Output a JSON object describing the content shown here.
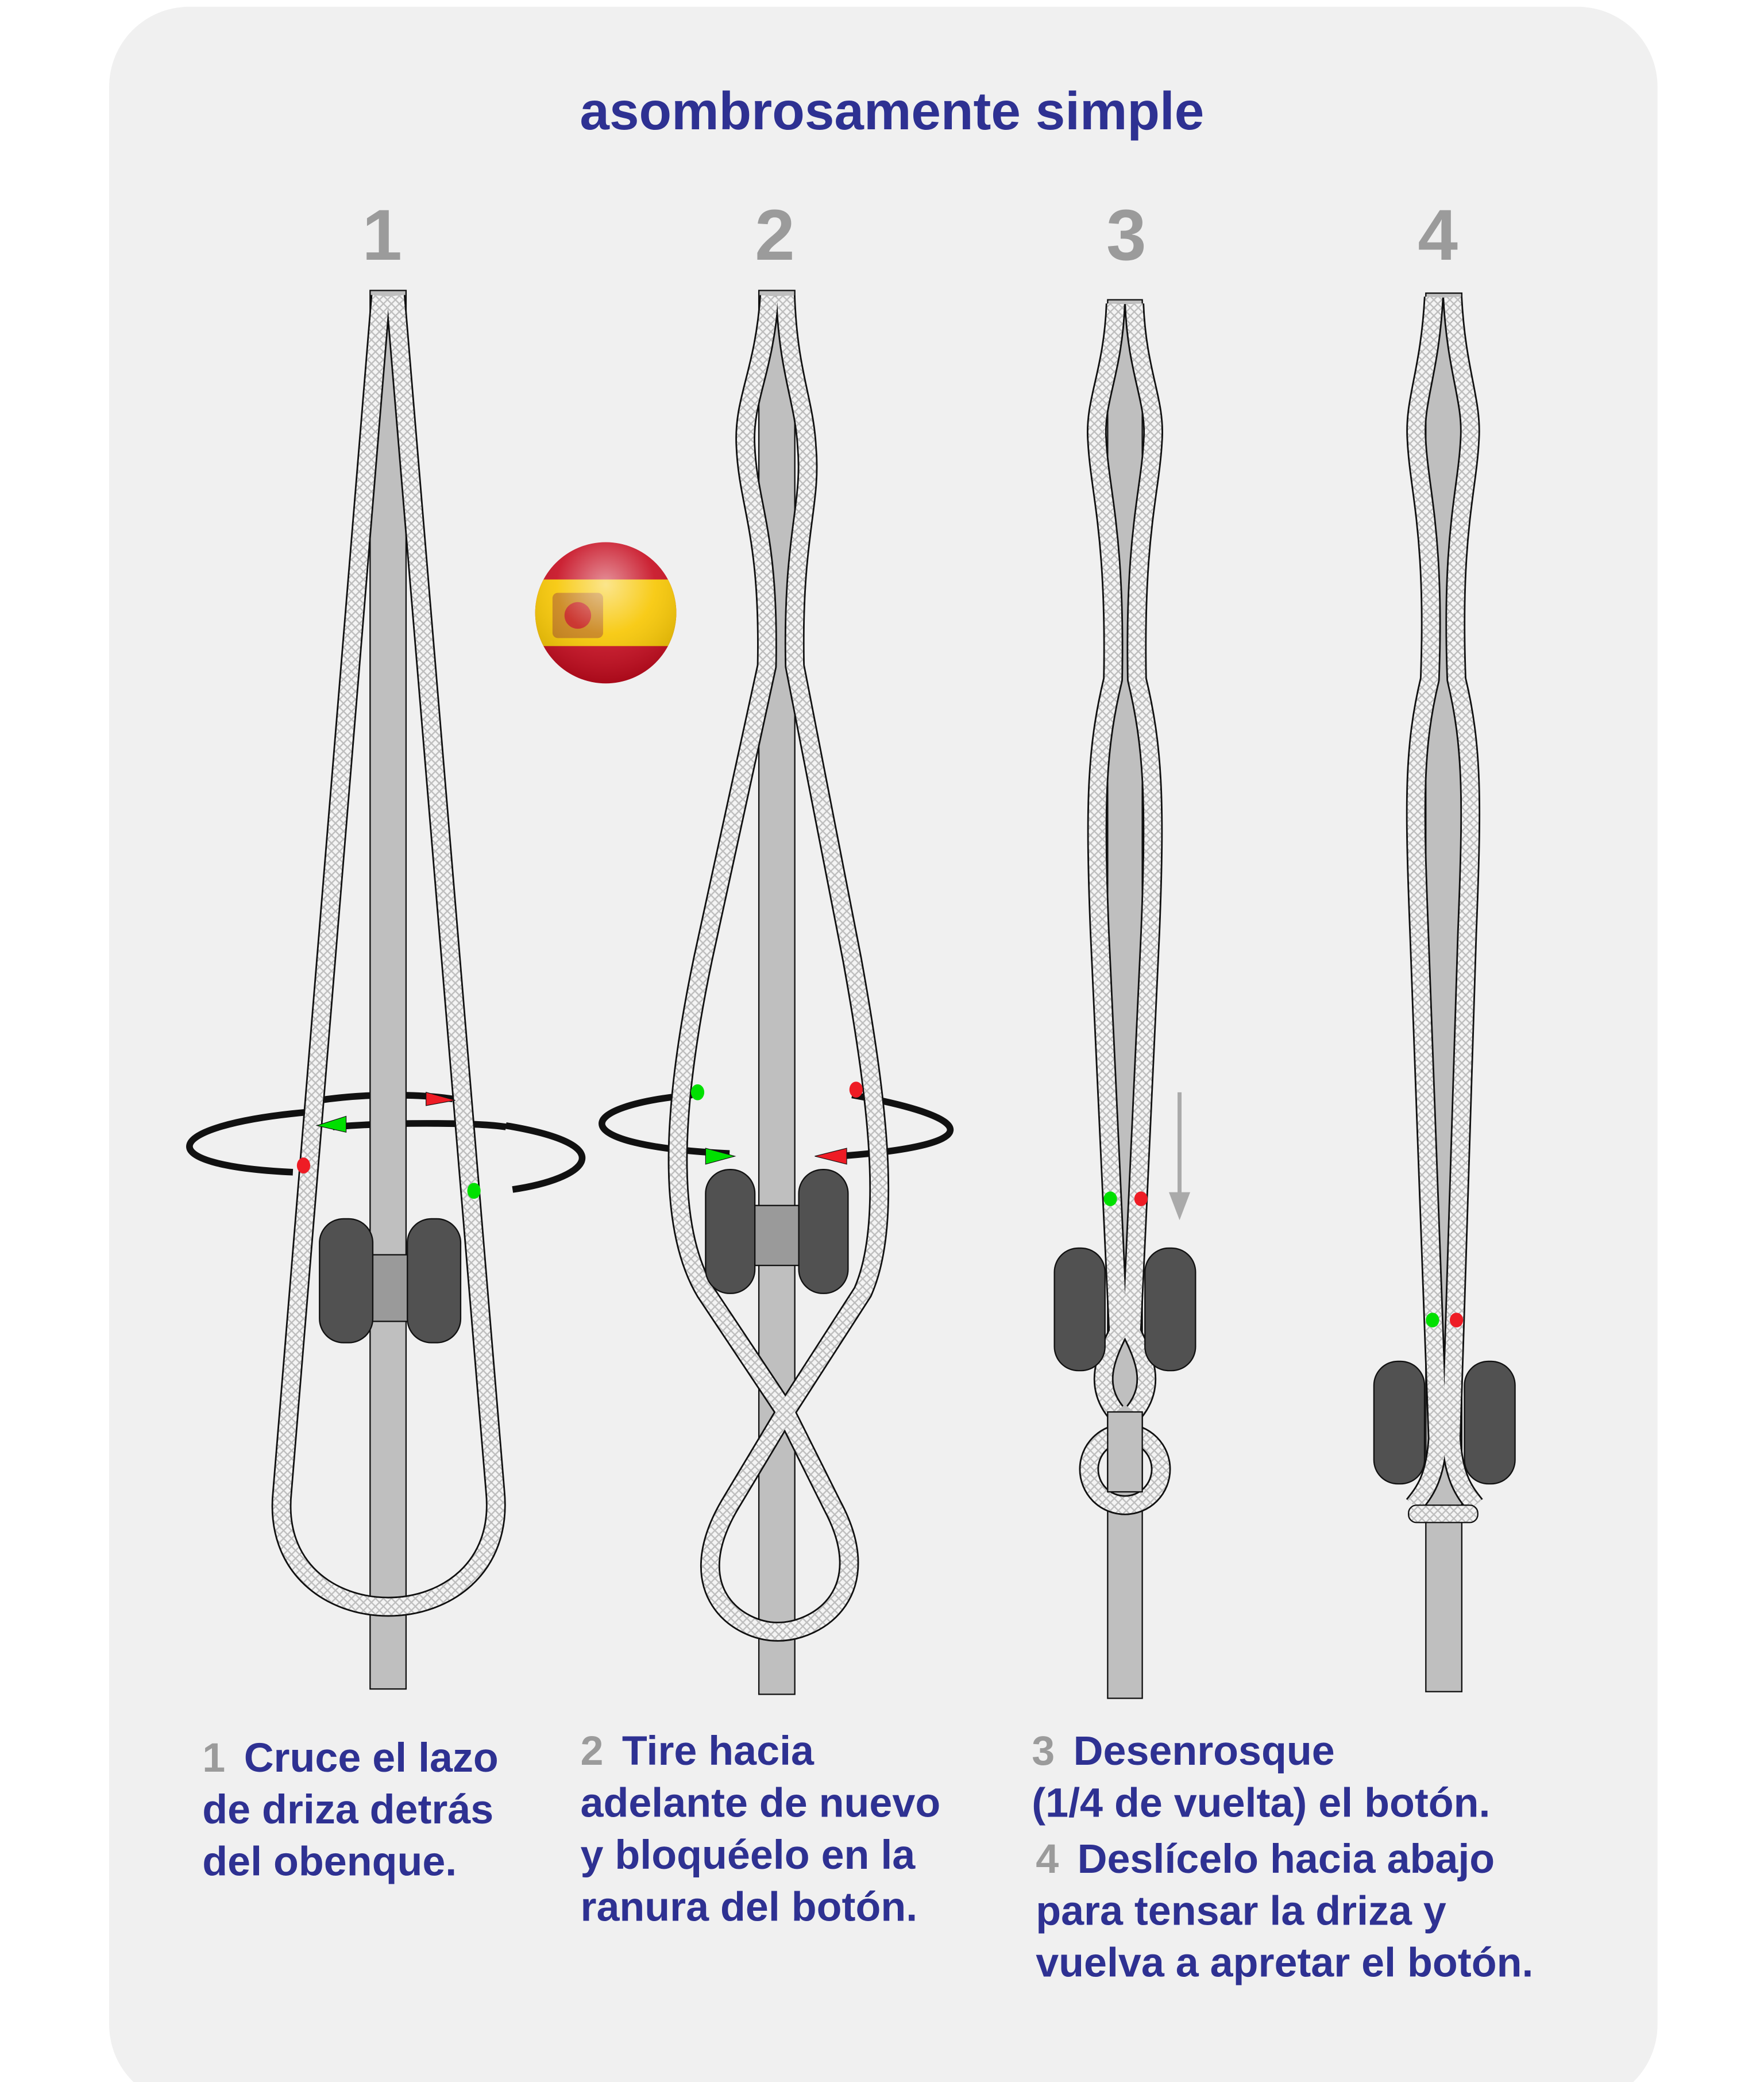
{
  "title": "asombrosamente simple",
  "steps": [
    {
      "number": "1"
    },
    {
      "number": "2"
    },
    {
      "number": "3"
    },
    {
      "number": "4"
    }
  ],
  "instructions": {
    "step1": {
      "num": "1",
      "lines": [
        "Cruce el lazo",
        "de driza detrás",
        "del obenque."
      ]
    },
    "step2": {
      "num": "2",
      "lines": [
        "Tire hacia",
        "adelante de nuevo",
        "y bloquéelo en la",
        "ranura del botón."
      ]
    },
    "step3": {
      "num": "3",
      "lines": [
        "Desenrosque",
        "(1/4 de vuelta) el botón."
      ]
    },
    "step4": {
      "num": "4",
      "lines": [
        "Deslícelo hacia abajo",
        "para tensar la driza y",
        "vuelva a apretar el botón."
      ]
    }
  },
  "colors": {
    "title": "#2e3192",
    "step_number": "#9b9b9b",
    "card_background": "#f0f0f0",
    "marker_red": "#ee1c25",
    "marker_green": "#00e000"
  },
  "icons": {
    "language_flag": "spain-flag-icon",
    "down_arrow": "arrow-down-icon"
  }
}
